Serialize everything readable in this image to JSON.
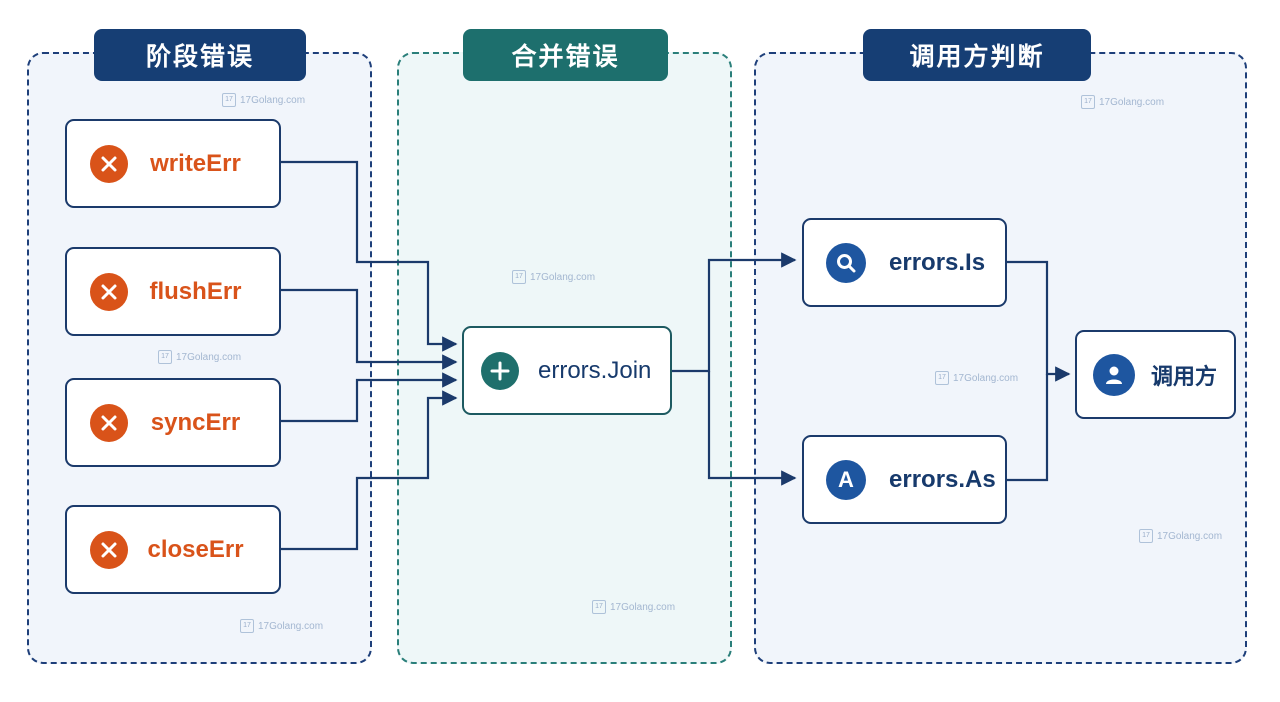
{
  "sections": {
    "stage": {
      "title": "阶段错误"
    },
    "merge": {
      "title": "合并错误"
    },
    "caller": {
      "title": "调用方判断"
    }
  },
  "stage_errors": [
    {
      "label": "writeErr",
      "icon": "close-circle-icon"
    },
    {
      "label": "flushErr",
      "icon": "close-circle-icon"
    },
    {
      "label": "syncErr",
      "icon": "close-circle-icon"
    },
    {
      "label": "closeErr",
      "icon": "close-circle-icon"
    }
  ],
  "merge_node": {
    "label": "errors.Join",
    "icon": "plus-circle-icon"
  },
  "check_nodes": [
    {
      "label": "errors.Is",
      "icon": "search-icon"
    },
    {
      "label": "errors.As",
      "icon": "letter-a-icon",
      "glyph": "A"
    }
  ],
  "caller_node": {
    "label": "调用方",
    "icon": "user-icon"
  },
  "watermark": {
    "text": "17Golang.com"
  },
  "colors": {
    "navy": "#163e74",
    "teal": "#1d6f6d",
    "error_orange": "#d95319",
    "connector": "#1b3a6b"
  }
}
